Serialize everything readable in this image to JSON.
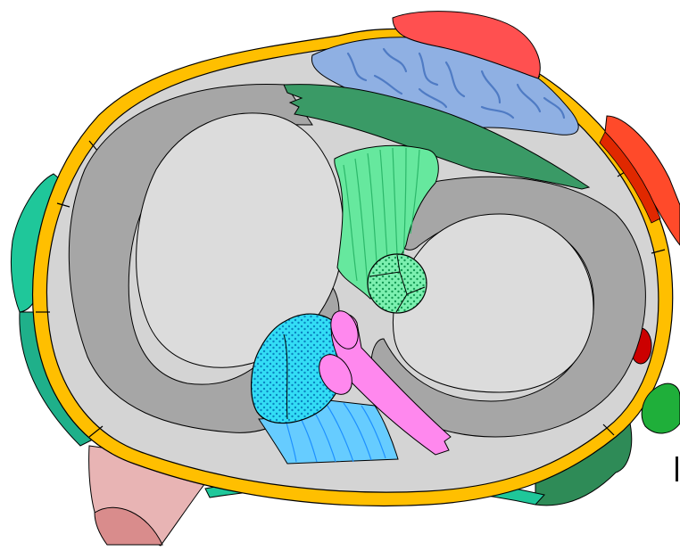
{
  "diagram": {
    "title": "",
    "labels": [],
    "structures": [
      {
        "id": "joint-capsule",
        "color": "#FFBF00"
      },
      {
        "id": "synovial-membrane",
        "color": "#D4D4D4"
      },
      {
        "id": "medial-meniscus",
        "color": "#A6A6A6"
      },
      {
        "id": "lateral-meniscus",
        "color": "#A6A6A6"
      },
      {
        "id": "medial-tibial-plateau",
        "color": "#DCDCDC"
      },
      {
        "id": "lateral-tibial-plateau",
        "color": "#DCDCDC"
      },
      {
        "id": "infrapatellar-fat-pad",
        "color": "#8FB0E3"
      },
      {
        "id": "patellar-ligament",
        "color": "#FF5050"
      },
      {
        "id": "transverse-ligament",
        "color": "#3A9A66"
      },
      {
        "id": "anterior-cruciate-ligament",
        "color": "#66E89E"
      },
      {
        "id": "posterior-cruciate-ligament",
        "color": "#66CCFF"
      },
      {
        "id": "meniscofemoral-ligament",
        "color": "#FF88EE"
      },
      {
        "id": "medial-collateral-ligament",
        "color": "#1FC79A"
      },
      {
        "id": "lateral-collateral-ligament",
        "color": "#FF4A2A"
      },
      {
        "id": "popliteus-tendon",
        "color": "#CC0000"
      },
      {
        "id": "biceps-femoris-tendon",
        "color": "#1FAF3A"
      },
      {
        "id": "semimembranosus-tendon",
        "color": "#E8B4B4"
      },
      {
        "id": "posterior-capsule-band",
        "color": "#2E8B57"
      }
    ]
  }
}
